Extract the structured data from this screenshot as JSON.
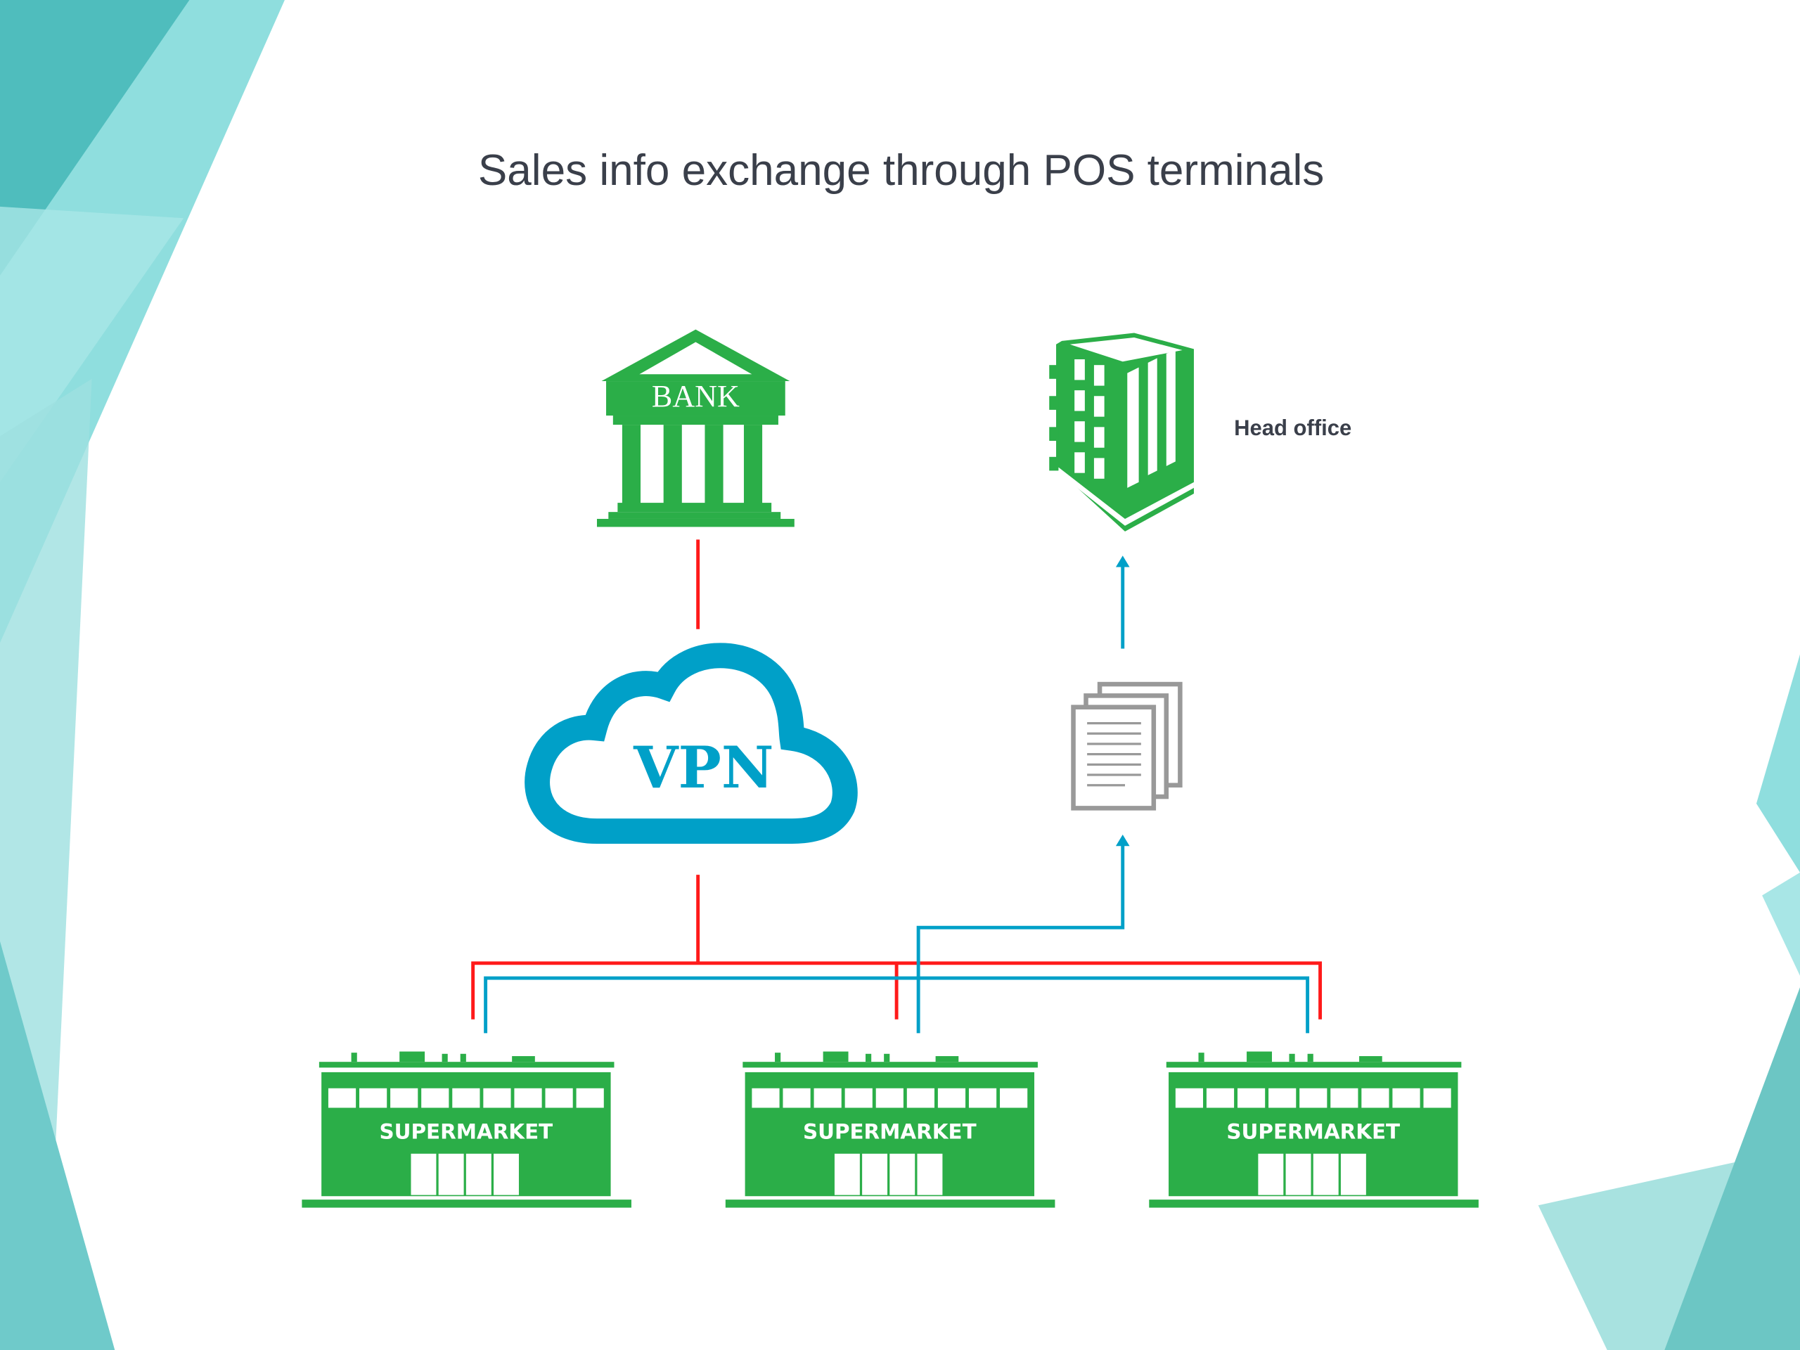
{
  "title": "Sales info exchange through POS terminals",
  "nodes": {
    "bank": {
      "label": "BANK"
    },
    "vpn": {
      "label": "VPN"
    },
    "head_office": {
      "label": "Head office"
    },
    "documents": {
      "icon": "documents-icon"
    },
    "supermarkets": [
      {
        "label": "SUPERMARKET"
      },
      {
        "label": "SUPERMARKET"
      },
      {
        "label": "SUPERMARKET"
      }
    ]
  },
  "colors": {
    "green": "#2bae48",
    "blue": "#00a0c8",
    "red": "#ff1a1a",
    "gray": "#999999",
    "teal": "#5cc9c9"
  }
}
